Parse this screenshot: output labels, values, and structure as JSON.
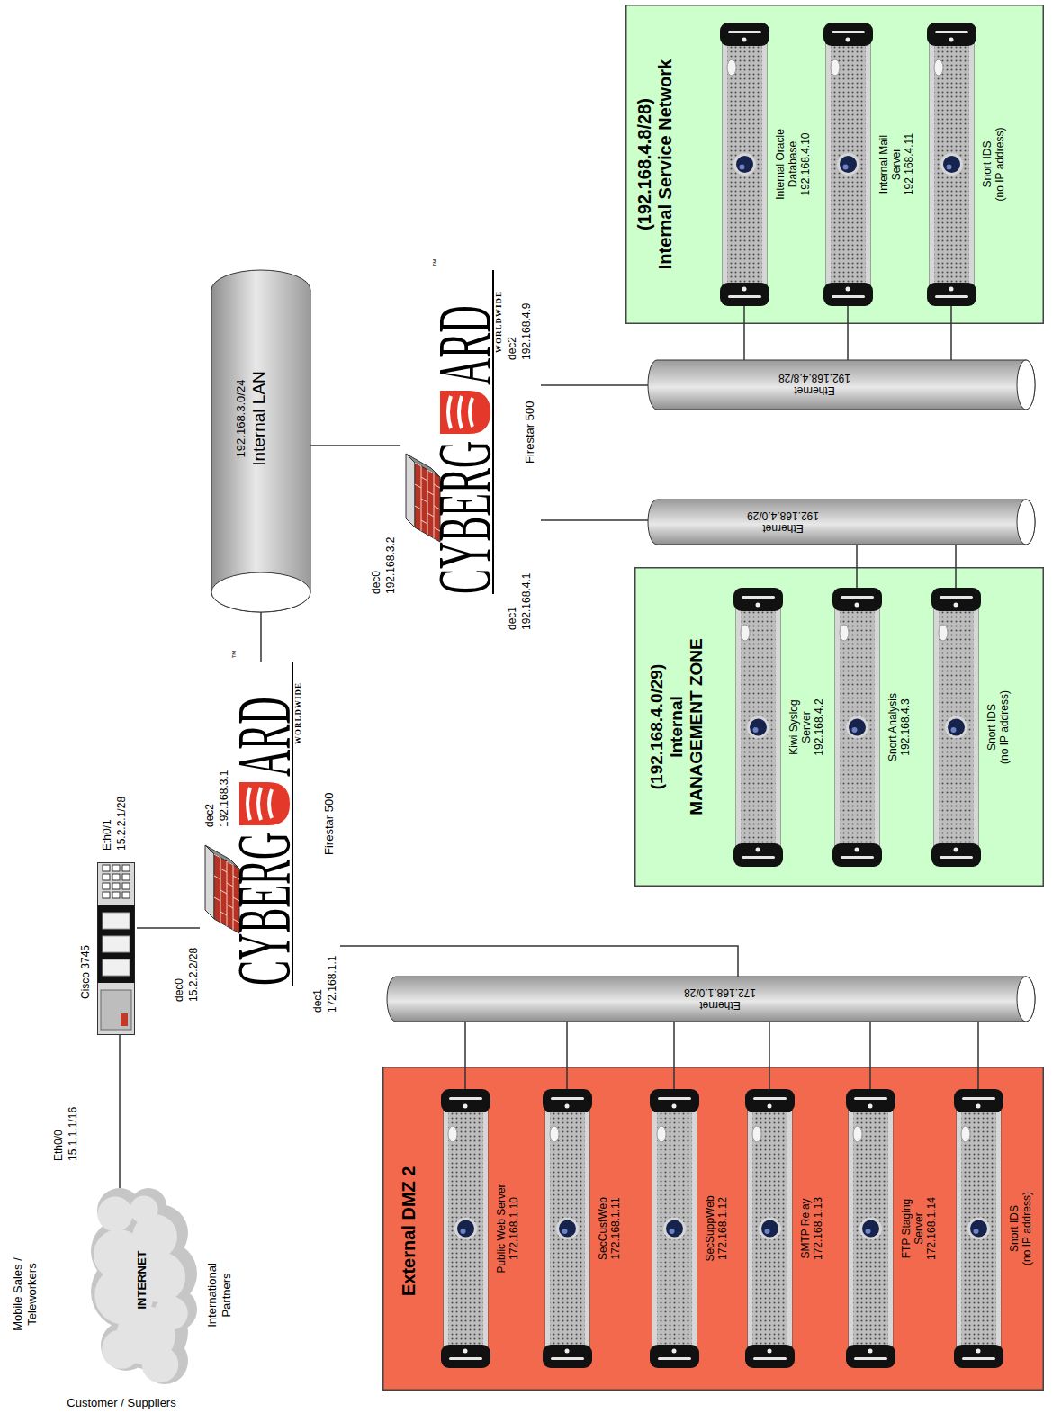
{
  "diagram": {
    "nodes": [
      {
        "text": [
          "INTERNET"
        ]
      },
      {
        "text": [
          "Cisco 3745"
        ]
      },
      {
        "text": [
          "CYBERG",
          "ARD",
          "WORLDWIDE",
          "Firestar 500"
        ]
      },
      {
        "text": [
          "Ethernet",
          "172.168.1.0/28"
        ]
      },
      {
        "text": [
          "External DMZ 2"
        ]
      },
      {
        "text": [
          "Public Web Server",
          "172.168.1.10"
        ],
        "in": 4
      },
      {
        "text": [
          "SecCustWeb",
          "172.168.1.11"
        ],
        "in": 4
      },
      {
        "text": [
          "SecSuppWeb",
          "172.168.1.12"
        ],
        "in": 4
      },
      {
        "text": [
          "SMTP Relay",
          "172.168.1.13"
        ],
        "in": 4
      },
      {
        "text": [
          "FTP Staging Server",
          "172.168.1.14"
        ],
        "in": 4
      },
      {
        "text": [
          "Snort IDS",
          "(no IP address)"
        ],
        "in": 4
      },
      {
        "text": [
          "192.168.3.0/24",
          "Internal LAN"
        ]
      },
      {
        "text": [
          "CYBERG",
          "ARD",
          "WORLDWIDE",
          "Firestar 500"
        ]
      },
      {
        "text": [
          "Ethernet",
          "192.168.4.0/29"
        ]
      },
      {
        "text": [
          "(192.168.4.0/29)",
          "Internal",
          "MANAGEMENT ZONE"
        ]
      },
      {
        "text": [
          "Kiwi Syslog Server",
          "192.168.4.2"
        ],
        "in": 14
      },
      {
        "text": [
          "Snort Analysis",
          "192.168.4.3"
        ],
        "in": 14
      },
      {
        "text": [
          "Snort IDS",
          "(no IP address)"
        ],
        "in": 14
      },
      {
        "text": [
          "Ethernet",
          "192.168.4.8/28"
        ]
      },
      {
        "text": [
          "(192.168.4.8/28)",
          "Internal Service Network"
        ]
      },
      {
        "text": [
          "Internal Oracle Database",
          "192.168.4.10"
        ],
        "in": 19
      },
      {
        "text": [
          "Internal Mail Server",
          "192.168.4.11"
        ],
        "in": 19
      },
      {
        "text": [
          "Snort IDS",
          "(no IP address)"
        ],
        "in": 19
      }
    ],
    "edges": [
      {
        "from": 0,
        "to": 1,
        "arrow": "none"
      },
      {
        "from": 1,
        "to": 2,
        "arrow": "none"
      },
      {
        "from": 2,
        "to": 3,
        "arrow": "none"
      },
      {
        "from": 2,
        "to": 11,
        "arrow": "none"
      },
      {
        "from": 3,
        "to": 5,
        "arrow": "none"
      },
      {
        "from": 3,
        "to": 6,
        "arrow": "none"
      },
      {
        "from": 3,
        "to": 7,
        "arrow": "none"
      },
      {
        "from": 3,
        "to": 8,
        "arrow": "none"
      },
      {
        "from": 3,
        "to": 9,
        "arrow": "none"
      },
      {
        "from": 3,
        "to": 10,
        "arrow": "none"
      },
      {
        "from": 11,
        "to": 12,
        "arrow": "none"
      },
      {
        "from": 12,
        "to": 13,
        "arrow": "none"
      },
      {
        "from": 12,
        "to": 18,
        "arrow": "none"
      },
      {
        "from": 13,
        "to": 16,
        "arrow": "none"
      },
      {
        "from": 13,
        "to": 17,
        "arrow": "none"
      },
      {
        "from": 18,
        "to": 20,
        "arrow": "none"
      },
      {
        "from": 18,
        "to": 21,
        "arrow": "none"
      },
      {
        "from": 18,
        "to": 22,
        "arrow": "none"
      }
    ],
    "labels": [
      "Mobile Sales / Teleworkers",
      "International Partners",
      "Customer / Suppliers",
      "Eth0/0",
      "15.1.1.1/16",
      "Eth0/1",
      "15.2.2.1/28",
      "dec0",
      "15.2.2.2/28",
      "dec1",
      "172.168.1.1",
      "dec2",
      "192.168.3.1",
      "™",
      "dec0",
      "192.168.3.2",
      "dec1",
      "192.168.4.1",
      "dec2",
      "192.168.4.9",
      "™"
    ]
  }
}
